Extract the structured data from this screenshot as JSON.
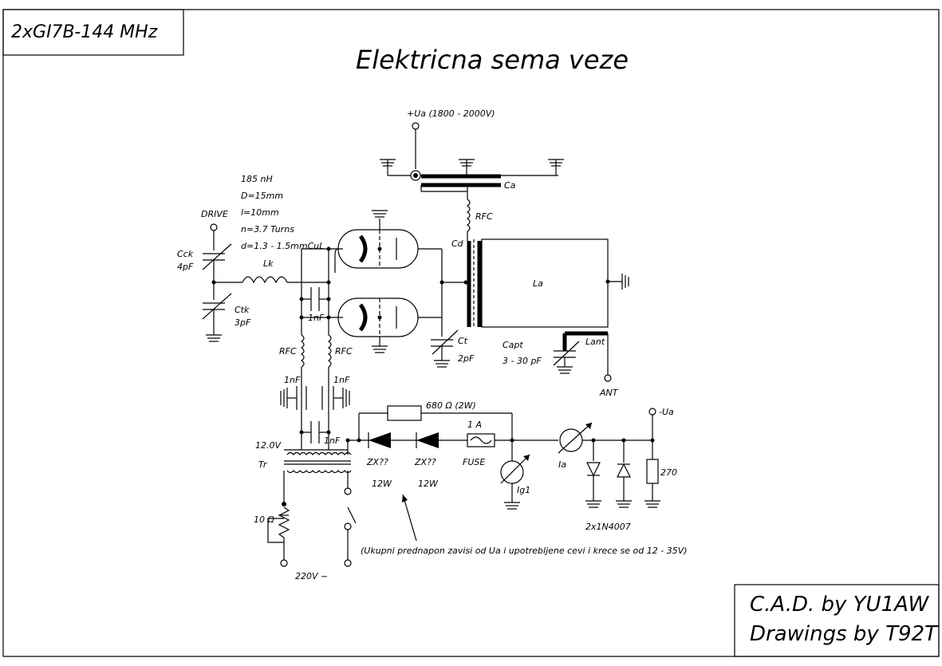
{
  "header": {
    "title": "2xGI7B-144 MHz"
  },
  "page_title": "Elektricna sema veze",
  "credits": {
    "line1": "C.A.D. by YU1AW",
    "line2": "Drawings by T92T"
  },
  "labels": {
    "ua_supply": "+Ua (1800 - 2000V)",
    "ca": "Ca",
    "rfc_anode": "RFC",
    "co": "Cd",
    "la": "La",
    "coil_spec": [
      "185 nH",
      "D=15mm",
      "l=10mm",
      "n=3.7 Turns",
      "d=1.3 - 1.5mmCuL"
    ],
    "drive": "DRIVE",
    "cck": "Cck",
    "cck_val": "4pF",
    "lk": "Lk",
    "ctk": "Ctk",
    "ctk_val": "3pF",
    "cap_1nf_a": "1nF",
    "rfc_left": "RFC",
    "rfc_right": "RFC",
    "cap_1nf_b": "1nF",
    "cap_1nf_c": "1nF",
    "cap_1nf_d": "1nF",
    "ct": "Ct",
    "ct_val": "2pF",
    "capt": "Capt",
    "capt_val": "3 - 30 pF",
    "lant": "Lant",
    "ant": "ANT",
    "res_680": "680 Ω (2W)",
    "fuse_rating": "1 A",
    "zx1": "ZX??",
    "zx2": "ZX??",
    "fuse": "FUSE",
    "zx1_w": "12W",
    "zx2_w": "12W",
    "ig1": "Ig1",
    "ia": "Ia",
    "minus_ua": "-Ua",
    "r270": "270",
    "diodes": "2x1N4007",
    "v12": "12.0V",
    "tr": "Tr",
    "r10": "10 Ω",
    "v220": "220V ~",
    "note": "(Ukupni prednapon zavisi od Ua i upotrebljene cevi i krece se od 12 - 35V)"
  }
}
